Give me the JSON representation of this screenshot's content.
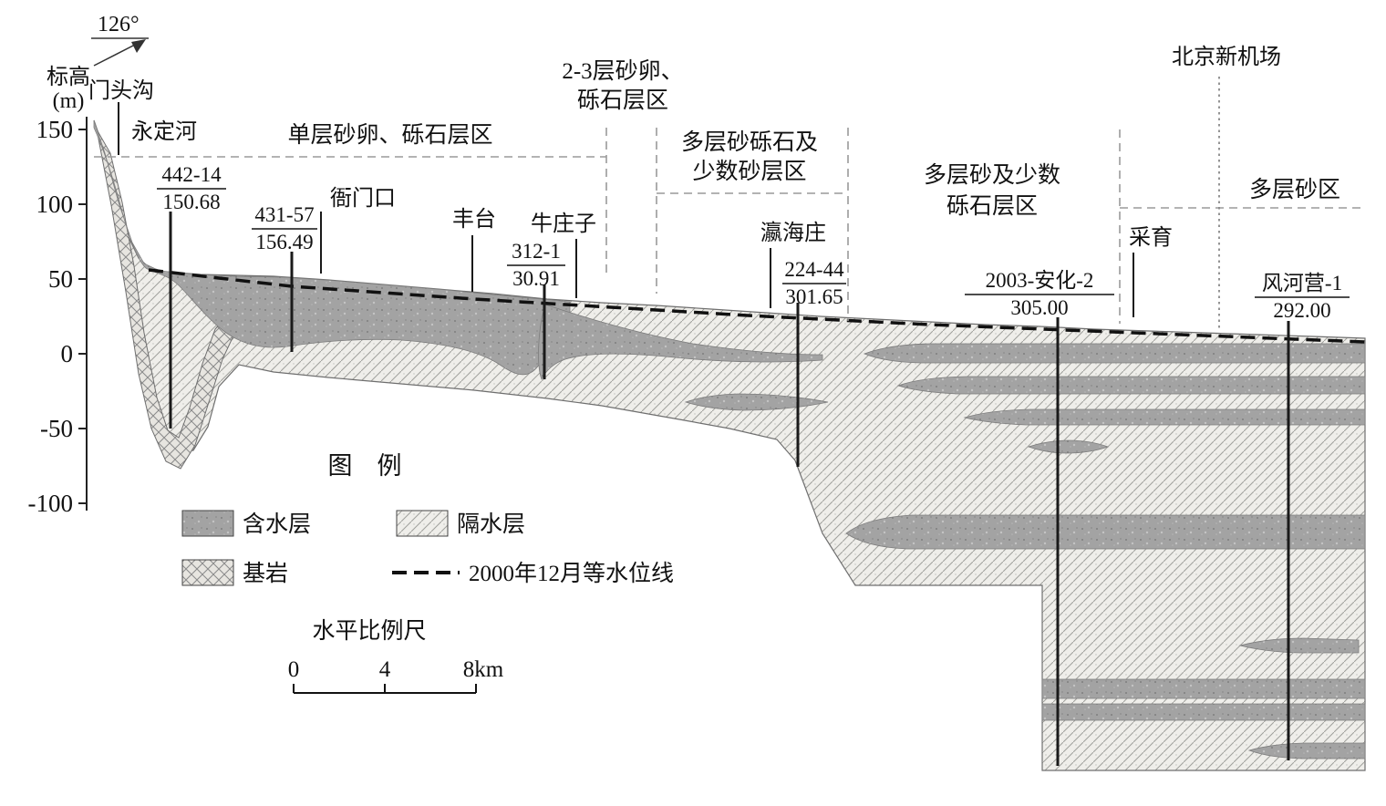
{
  "bearing": "126°",
  "axis": {
    "label1": "标高",
    "label2": "(m)",
    "ticks": [
      "150",
      "100",
      "50",
      "0",
      "-50",
      "-100"
    ]
  },
  "places": {
    "mentougou": "门头沟",
    "yongding_river": "永定河",
    "yamenkou": "衙门口",
    "fengtai": "丰台",
    "niuzhuangzi": "牛庄子",
    "yinghaizhuang": "瀛海庄",
    "caiyu": "采育",
    "airport": "北京新机场"
  },
  "zones": {
    "zone1": "单层砂卵、砾石层区",
    "zone2_line1": "2-3层砂卵、",
    "zone2_line2": "砾石层区",
    "zone3_line1": "多层砂砾石及",
    "zone3_line2": "少数砂层区",
    "zone4_line1": "多层砂及少数",
    "zone4_line2": "砾石层区",
    "zone5": "多层砂区"
  },
  "wells": {
    "w442": {
      "id": "442-14",
      "value": "150.68"
    },
    "w431": {
      "id": "431-57",
      "value": "156.49"
    },
    "w312": {
      "id": "312-1",
      "value": "30.91"
    },
    "w224": {
      "id": "224-44",
      "value": "301.65"
    },
    "anhua": {
      "id": "2003-安化-2",
      "value": "305.00"
    },
    "fengheying": {
      "id": "风河营-1",
      "value": "292.00"
    }
  },
  "legend": {
    "title": "图　例",
    "aquifer": "含水层",
    "aquitard": "隔水层",
    "bedrock": "基岩",
    "water_line": "2000年12月等水位线",
    "scale_title": "水平比例尺",
    "scale_0": "0",
    "scale_4": "4",
    "scale_8": "8km"
  }
}
